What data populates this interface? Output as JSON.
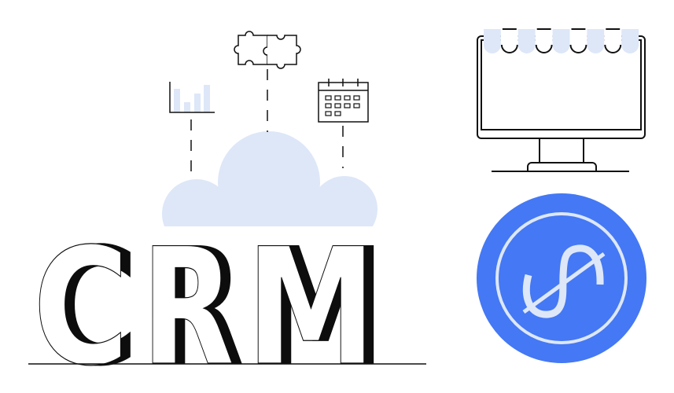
{
  "illustration": {
    "wordmark": {
      "letters": [
        "C",
        "R",
        "M"
      ],
      "text": "CRM"
    },
    "icons": [
      "bar-chart-icon",
      "puzzle-icon",
      "calendar-icon",
      "cloud-icon",
      "storefront-monitor-icon",
      "dollar-coin-icon"
    ],
    "colors": {
      "accent_blue": "#4478f4",
      "light_blue": "#dde7f8",
      "line": "#111111",
      "background": "#ffffff"
    }
  }
}
